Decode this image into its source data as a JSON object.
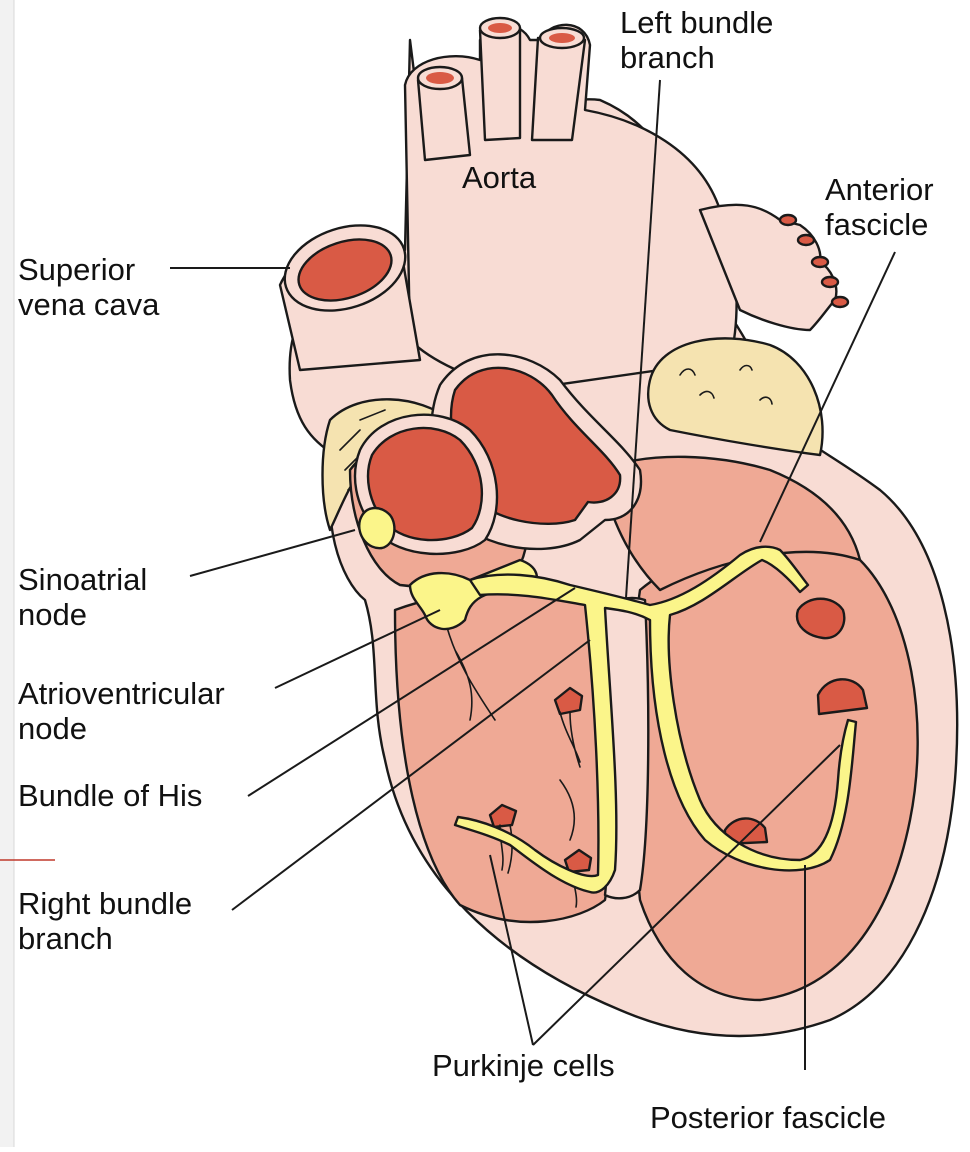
{
  "labels": {
    "aorta": "Aorta",
    "left_bundle_branch": [
      "Left bundle",
      "branch"
    ],
    "anterior_fascicle": [
      "Anterior",
      "fascicle"
    ],
    "superior_vena_cava": [
      "Superior",
      "vena cava"
    ],
    "sinoatrial_node": [
      "Sinoatrial",
      "node"
    ],
    "atrioventricular_node": [
      "Atrioventricular",
      "node"
    ],
    "bundle_of_his": "Bundle of His",
    "right_bundle_branch": [
      "Right bundle",
      "branch"
    ],
    "purkinje_cells": "Purkinje cells",
    "posterior_fascicle": "Posterior fascicle"
  },
  "colors": {
    "outer_tissue": "#f8dcd4",
    "vessel_lumen": "#d95a45",
    "chamber": "#efa995",
    "chamber_inner": "#f4b9a6",
    "conduction": "#fbf58a",
    "fat": "#f5e3b0",
    "outline": "#1a1a1a"
  }
}
